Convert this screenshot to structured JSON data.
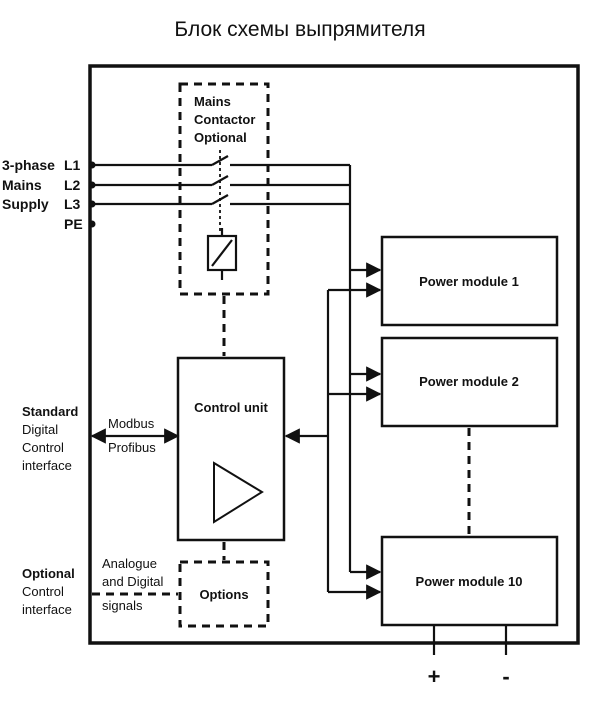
{
  "title": "Блок схемы выпрямителя",
  "mains": {
    "label_line1": "3-phase",
    "label_line2": "Mains",
    "label_line3": "Supply",
    "l1": "L1",
    "l2": "L2",
    "l3": "L3",
    "pe": "PE"
  },
  "contactor": {
    "line1": "Mains",
    "line2": "Contactor",
    "line3": "Optional"
  },
  "control_unit": {
    "label": "Control unit"
  },
  "options_box": {
    "label": "Options"
  },
  "power_modules": {
    "m1": "Power module 1",
    "m2": "Power module 2",
    "m10": "Power module 10"
  },
  "standard_interface": {
    "line1": "Standard",
    "line2": "Digital",
    "line3": "Control",
    "line4": "interface",
    "protocol1": "Modbus",
    "protocol2": "Profibus"
  },
  "optional_interface": {
    "line1": "Optional",
    "line2": "Control",
    "line3": "interface",
    "signals1": "Analogue",
    "signals2": "and Digital",
    "signals3": "signals"
  },
  "output": {
    "plus": "+",
    "minus": "-"
  }
}
